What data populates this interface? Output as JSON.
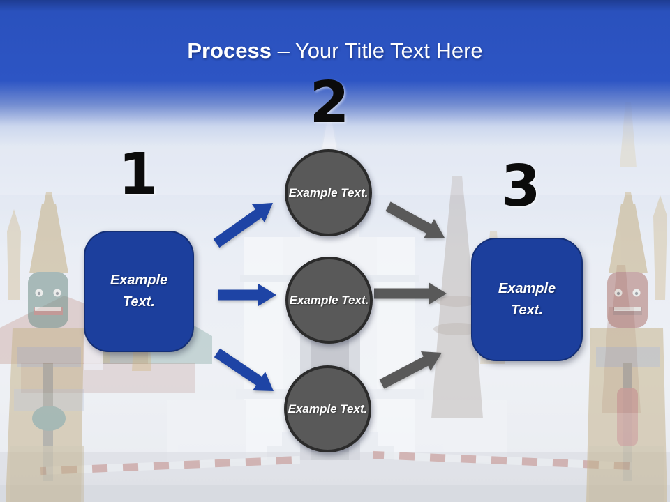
{
  "slide": {
    "title": {
      "lead": "Process",
      "rest": " – Your Title Text Here"
    },
    "steps": [
      {
        "number": "1",
        "box_label": "Example Text."
      },
      {
        "number": "2"
      },
      {
        "number": "3",
        "box_label": "Example Text."
      }
    ],
    "circle_labels": [
      "Example Text.",
      "Example Text.",
      "Example Text."
    ]
  },
  "colors": {
    "header_blue": "#2d55c4",
    "title_text": "#ffffff",
    "number_text": "#0b0b0b",
    "box_fill": "#1c3f9d",
    "box_border": "#142f76",
    "box_text": "#ffffff",
    "circle_fill": "#595959",
    "circle_border": "#2b2b2b",
    "circle_text": "#ffffff",
    "arrow_blue": "#1e44a5",
    "arrow_gray": "#595959"
  }
}
